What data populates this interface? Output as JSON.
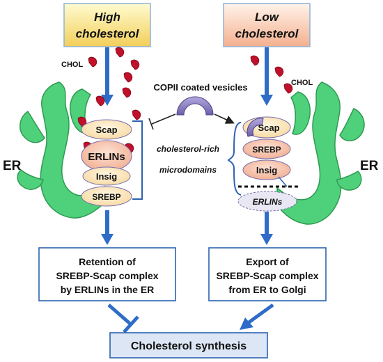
{
  "header_left": {
    "line1": "High",
    "line2": "cholesterol"
  },
  "header_right": {
    "line1": "Low",
    "line2": "cholesterol"
  },
  "chol_left": "CHOL",
  "chol_right": "CHOL",
  "copii_label": "COPII coated vesicles",
  "er_left": "ER",
  "er_right": "ER",
  "microdomain_label": {
    "line1": "cholesterol-rich",
    "line2": "microdomains"
  },
  "left_stack": {
    "scap": "Scap",
    "erlins": "ERLINs",
    "insig": "Insig",
    "srebp": "SREBP"
  },
  "right_stack": {
    "scap": "Scap",
    "srebp": "SREBP",
    "insig": "Insig",
    "erlins": "ERLINs"
  },
  "outcome_left": {
    "line1": "Retention of",
    "line2": "SREBP-Scap complex",
    "line3": "by ERLINs in the ER"
  },
  "outcome_right": {
    "line1": "Export of",
    "line2": "SREBP-Scap complex",
    "line3": "from ER to Golgi"
  },
  "synthesis_label": "Cholesterol synthesis",
  "colors": {
    "er_green": "#4fd07a",
    "arrow_blue": "#2e6cc8",
    "box_border": "#2c63b0",
    "header_left_top": "#fffbd0",
    "header_left_bottom": "#f2cf5a",
    "header_right_top": "#fff0e6",
    "header_right_bottom": "#f4b08e",
    "cholesterol_red": "#c0102a",
    "protein_fill": "#fde8c4",
    "srebp_fill": "#f6c0a6",
    "copii_purple": "#8a7cc0",
    "synthesis_fill": "#dce6f4"
  }
}
